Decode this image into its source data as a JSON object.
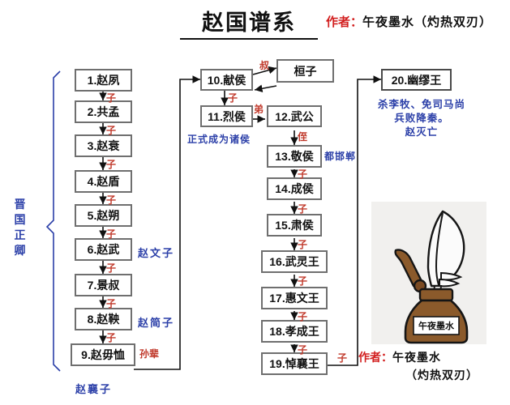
{
  "header": {
    "title": "赵国谱系",
    "author_label": "作者：",
    "author_name": "午夜墨水（灼热双刃）"
  },
  "brackets": {
    "left_label": "晋国正卿"
  },
  "columns": {
    "jin_ministers": [
      {
        "id": 1,
        "label": "1.赵夙"
      },
      {
        "id": 2,
        "label": "2.共孟"
      },
      {
        "id": 3,
        "label": "3.赵衰"
      },
      {
        "id": 4,
        "label": "4.赵盾"
      },
      {
        "id": 5,
        "label": "5.赵朔"
      },
      {
        "id": 6,
        "label": "6.赵武"
      },
      {
        "id": 7,
        "label": "7.景叔"
      },
      {
        "id": 8,
        "label": "8.赵鞅"
      },
      {
        "id": 9,
        "label": "9.赵毋恤"
      }
    ],
    "zhao_rulers": [
      {
        "id": 10,
        "label": "10.献侯"
      },
      {
        "id": 11,
        "label": "11.烈侯"
      },
      {
        "id": 12,
        "label": "12.武公"
      },
      {
        "id": 13,
        "label": "13.敬侯"
      },
      {
        "id": 14,
        "label": "14.成侯"
      },
      {
        "id": 15,
        "label": "15.肃侯"
      },
      {
        "id": 16,
        "label": "16.武灵王"
      },
      {
        "id": 17,
        "label": "17.惠文王"
      },
      {
        "id": 18,
        "label": "18.孝成王"
      },
      {
        "id": 19,
        "label": "19.悼襄王"
      }
    ],
    "side_nodes": [
      {
        "id": "huanzi",
        "label": "桓子"
      },
      {
        "id": 20,
        "label": "20.幽缪王"
      }
    ]
  },
  "edge_labels": {
    "son_1_2": "子",
    "son_2_3": "子",
    "son_3_4": "子",
    "son_4_5": "子",
    "son_5_6": "子",
    "son_6_7": "子",
    "son_7_8": "子",
    "son_8_9": "子",
    "grandson_9_10": "孙辈",
    "uncle_10_huanzi": "叔",
    "son_10_11": "子",
    "brother_11_12": "弟",
    "nephew_12_13": "侄",
    "son_13_14": "子",
    "son_14_15": "子",
    "son_15_16": "子",
    "son_16_17": "子",
    "son_17_18": "子",
    "son_18_19": "子",
    "son_19_20": "子"
  },
  "annotations": {
    "zhao_wenzi": "赵文子",
    "zhao_jianzi": "赵简子",
    "zhao_xiangzi": "赵襄子",
    "became_lord": "正式成为诸侯",
    "capital_handan": "都邯郸",
    "fall_note": [
      "杀李牧、免司马尚",
      "兵败降秦。",
      "赵灭亡"
    ]
  },
  "logo": {
    "bottle_text": "午夜墨水",
    "author_label": "作者：",
    "author_line1": "午夜墨水",
    "author_line2": "（灼热双刃）"
  },
  "colors": {
    "red_label": "#c0392b",
    "blue_label": "#2b3fa8",
    "author_red": "#d21f1f",
    "box_border": "#6f6f6f",
    "bottle_brown": "#8b5a2b",
    "logo_bg": "#f1f0ee"
  }
}
